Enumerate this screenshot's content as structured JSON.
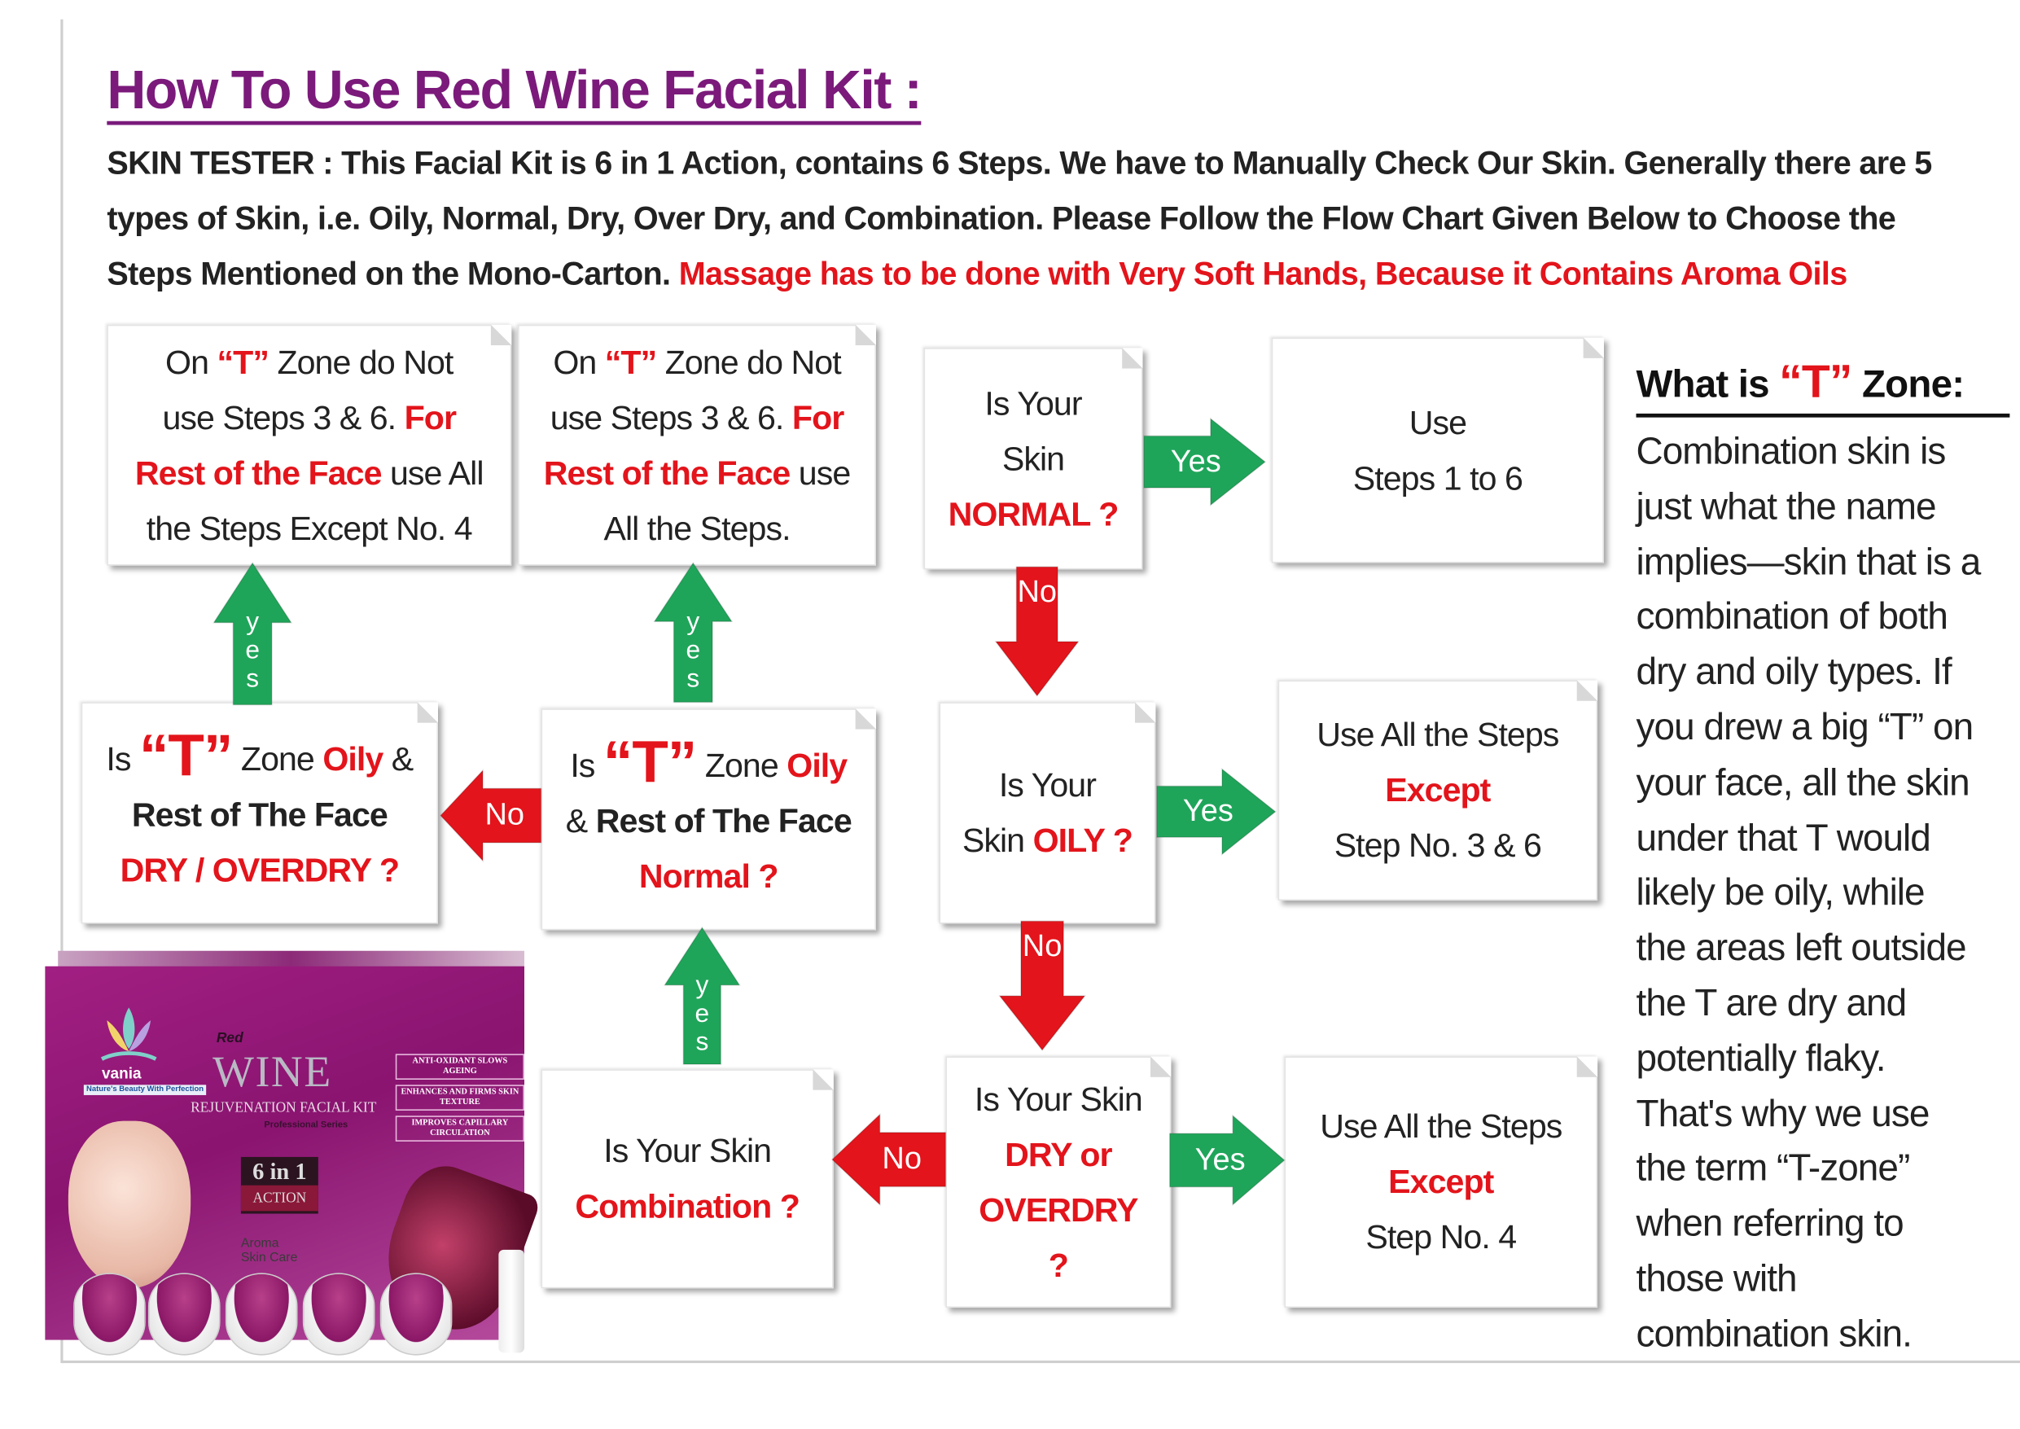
{
  "title": "How To Use Red Wine Facial Kit :",
  "intro": [
    [
      {
        "t": "SKIN TESTER : This Facial Kit is 6 in 1 Action, contains 6 Steps. We have to Manually Check Our Skin. Generally there are 5"
      }
    ],
    [
      {
        "t": "types of Skin, i.e. Oily, Normal, Dry, Over Dry, and Combination. Please Follow the Flow Chart Given Below to Choose the"
      }
    ],
    [
      {
        "t": "Steps Mentioned on the Mono-Carton. "
      },
      {
        "t": "Massage has to be done with Very Soft Hands, Because it Contains Aroma Oils",
        "s": "accent"
      }
    ]
  ],
  "boxes": {
    "t_zone_oily_rest_dry_result": [
      [
        {
          "t": "On "
        },
        {
          "t": "“T”",
          "s": "accent"
        },
        {
          "t": " Zone do Not"
        }
      ],
      [
        {
          "t": "use Steps 3 & 6. "
        },
        {
          "t": "For",
          "s": "accent"
        }
      ],
      [
        {
          "t": "Rest of the Face",
          "s": "accent"
        },
        {
          "t": " use All"
        }
      ],
      [
        {
          "t": "the Steps Except No. 4"
        }
      ]
    ],
    "t_zone_oily_rest_normal_result": [
      [
        {
          "t": "On "
        },
        {
          "t": "“T”",
          "s": "accent"
        },
        {
          "t": " Zone do Not"
        }
      ],
      [
        {
          "t": "use Steps 3 & 6. "
        },
        {
          "t": "For",
          "s": "accent"
        }
      ],
      [
        {
          "t": "Rest of the Face",
          "s": "accent"
        },
        {
          "t": " use"
        }
      ],
      [
        {
          "t": "All the Steps."
        }
      ]
    ],
    "normal_question": [
      [
        {
          "t": "Is Your"
        }
      ],
      [
        {
          "t": "Skin"
        }
      ],
      [
        {
          "t": "NORMAL ?",
          "s": "accent"
        }
      ]
    ],
    "normal_result": [
      [
        {
          "t": "Use"
        }
      ],
      [
        {
          "t": "Steps 1 to 6"
        }
      ]
    ],
    "t_zone_dry_question": [
      [
        {
          "t": "Is "
        },
        {
          "t": "“T”",
          "s": "big"
        },
        {
          "t": " Zone "
        },
        {
          "t": "Oily",
          "s": "accent"
        },
        {
          "t": " &"
        }
      ],
      [
        {
          "t": "Rest of The Face",
          "s": "strong"
        }
      ],
      [
        {
          "t": "DRY / OVERDRY ?",
          "s": "accent"
        }
      ]
    ],
    "t_zone_normal_question": [
      [
        {
          "t": "Is "
        },
        {
          "t": "“T”",
          "s": "big"
        },
        {
          "t": " Zone "
        },
        {
          "t": "Oily",
          "s": "accent"
        }
      ],
      [
        {
          "t": "& "
        },
        {
          "t": "Rest of The Face",
          "s": "strong"
        }
      ],
      [
        {
          "t": "Normal ?",
          "s": "accent"
        }
      ]
    ],
    "oily_question": [
      [
        {
          "t": "Is Your"
        }
      ],
      [
        {
          "t": "Skin "
        },
        {
          "t": "OILY ?",
          "s": "accent"
        }
      ]
    ],
    "oily_result": [
      [
        {
          "t": "Use All the Steps"
        }
      ],
      [
        {
          "t": "Except",
          "s": "accent"
        }
      ],
      [
        {
          "t": "Step No. 3 & 6"
        }
      ]
    ],
    "combination_question": [
      [
        {
          "t": "Is Your Skin"
        }
      ],
      [
        {
          "t": "Combination ?",
          "s": "accent"
        }
      ]
    ],
    "dry_question": [
      [
        {
          "t": "Is Your Skin"
        }
      ],
      [
        {
          "t": "DRY or",
          "s": "accent"
        }
      ],
      [
        {
          "t": "OVERDRY",
          "s": "accent"
        }
      ],
      [
        {
          "t": "?",
          "s": "accent"
        }
      ]
    ],
    "dry_result": [
      [
        {
          "t": "Use All the Steps"
        }
      ],
      [
        {
          "t": "Except",
          "s": "accent"
        }
      ],
      [
        {
          "t": "Step No. 4"
        }
      ]
    ]
  },
  "arrows": {
    "yes": "Yes",
    "no": "No",
    "yes_vertical": "yes"
  },
  "colors": {
    "title": "#7b1a7b",
    "accent": "#e3141b",
    "yes_arrow": "#1fa55a",
    "no_arrow": "#e3141b"
  },
  "sidebar": {
    "title_pre": "What is ",
    "title_t": "“T”",
    "title_post": " Zone:",
    "lines": [
      "Combination skin is",
      "just what the name",
      "implies—skin that is a",
      "combination of both",
      "dry and oily types. If",
      "you drew a big “T” on",
      "your face, all the skin",
      "under that T would",
      "likely be oily, while",
      "the areas left outside",
      "the T are dry and",
      "potentially flaky.",
      "That's why we use",
      "the term “T-zone”",
      "when referring to",
      "those with",
      "combination skin."
    ]
  },
  "product": {
    "brand": "vania",
    "tagline": "Nature's Beauty With Perfection",
    "name_small": "Red",
    "name_big": "WINE",
    "subtitle": "REJUVENATION FACIAL KIT",
    "series": "Professional Series",
    "claims": [
      "ANTI-OXIDANT SLOWS AGEING",
      "ENHANCES AND FIRMS SKIN TEXTURE",
      "IMPROVES CAPILLARY CIRCULATION"
    ],
    "badge_top": "6 in 1",
    "badge_bottom": "ACTION",
    "aroma_line1": "Aroma",
    "aroma_line2": "Skin Care"
  }
}
